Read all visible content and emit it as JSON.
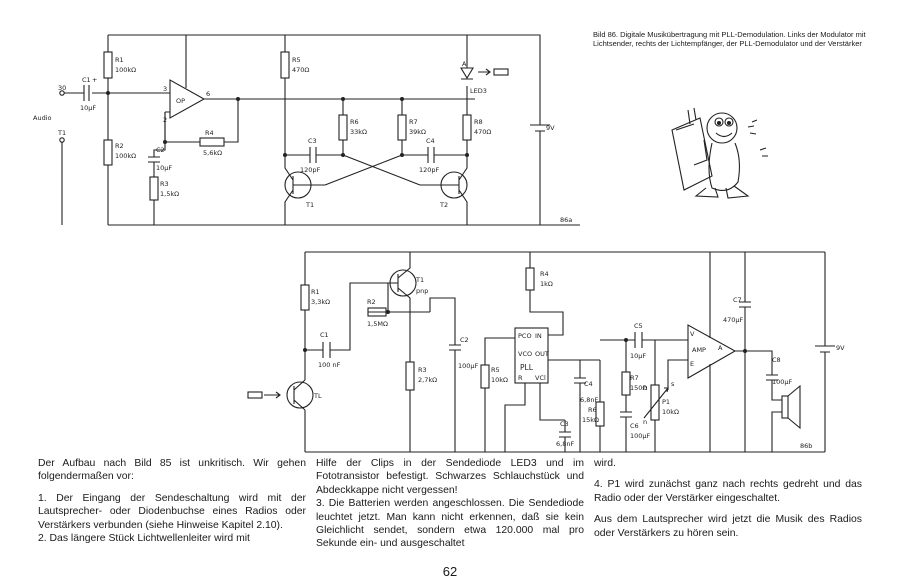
{
  "caption": "Bild 86. Digitale Musikübertragung mit PLL-Demodulation. Links der Modulator mit Lichtsender, rechts der Lichtempfänger, der PLL-Demodulator und der Verstärker",
  "columns": [
    [
      "Der Aufbau nach Bild 85 ist unkritisch. Wir gehen folgendermaßen vor:",
      "1. Der Eingang der Sendeschaltung wird mit der Lautsprecher- oder Diodenbuchse eines Radios oder Verstärkers verbunden (siehe Hinweise Kapitel 2.10).",
      "2. Das längere Stück Lichtwellenleiter wird mit"
    ],
    [
      "Hilfe der Clips in der Sendediode LED3 und im Fototransistor befestigt. Schwarzes Schlauchstück und Abdeckkappe nicht vergessen!",
      "3. Die Batterien werden angeschlossen. Die Sendediode leuchtet jetzt. Man kann nicht erkennen, daß sie kein Gleichlicht sendet, sondern etwa 120.000 mal pro Sekunde ein- und ausgeschaltet"
    ],
    [
      "wird.",
      "4. P1 wird zunächst ganz nach rechts gedreht und das Radio oder der Verstärker eingeschaltet.",
      "Aus dem Lautsprecher wird jetzt die Musik des Radios oder Verstärkers zu hören sein."
    ]
  ],
  "page_number": "62",
  "tx": {
    "pin30": "30",
    "c1": "C1",
    "c1v": "10µF",
    "plus": "+",
    "audio": "Audio",
    "pin31": "T1",
    "r1": "R1",
    "r1v": "100kΩ",
    "r2": "R2",
    "r2v": "100kΩ",
    "c2": "C2",
    "c2v": "10µF",
    "r3": "R3",
    "r3v": "1,5kΩ",
    "op": "OP",
    "p3": "3",
    "p2": "2",
    "p6": "6",
    "r4": "R4",
    "r4v": "5,6kΩ",
    "r5": "R5",
    "r5v": "470Ω",
    "r6": "R6",
    "r6v": "33kΩ",
    "r7": "R7",
    "r7v": "39kΩ",
    "r8": "R8",
    "r8v": "470Ω",
    "c3": "C3",
    "c3v": "120pF",
    "c4": "C4",
    "c4v": "120pF",
    "t1": "T1",
    "t2": "T2",
    "led": "LED3",
    "ledA": "A",
    "bat": "9V",
    "fig": "86a"
  },
  "rx": {
    "r1": "R1",
    "r1v": "3,3kΩ",
    "r2": "R2",
    "r2v": "1,5MΩ",
    "c1": "C1",
    "c1v": "100 nF",
    "tl": "TL",
    "t1": "T1",
    "t1p": "pnp",
    "r3": "R3",
    "r3v": "2,7kΩ",
    "r4": "R4",
    "r4v": "1kΩ",
    "c2": "C2",
    "c2v": "100µF",
    "r5": "R5",
    "r5v": "10kΩ",
    "pll": "PLL",
    "pco": "PCO",
    "in": "IN",
    "vco": "VCO",
    "out": "OUT",
    "r": "R",
    "vcl": "VCl",
    "c3": "C3",
    "c3v": "6,8nF",
    "c4": "C4",
    "c4v": "6,8nF",
    "r6": "R6",
    "r6v": "15kΩ",
    "c5": "C5",
    "c5v": "10µF",
    "r7": "R7",
    "r7v": "150Ω",
    "c6": "C6",
    "c6v": "100µF",
    "p1": "P1",
    "p1v": "10kΩ",
    "ph": "h",
    "ps": "s",
    "pn": "n",
    "amp": "AMP",
    "ampV": "V",
    "ampE": "E",
    "ampA": "A",
    "c7": "C7",
    "c7v": "470µF",
    "c8": "C8",
    "c8v": "100µF",
    "bat": "9V",
    "fig": "86b"
  }
}
